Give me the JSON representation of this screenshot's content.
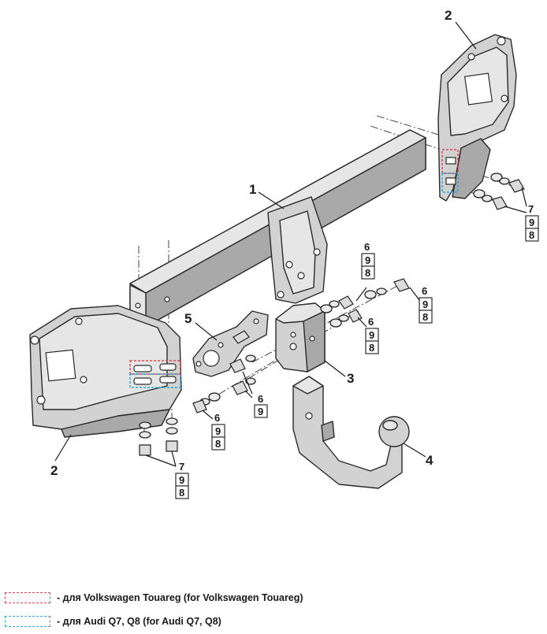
{
  "callouts": {
    "tow_bar": "1",
    "bracket_left": "2",
    "bracket_right": "2",
    "ball_socket": "3",
    "tow_ball": "4",
    "socket_plate": "5"
  },
  "refs": {
    "rr_a": "7",
    "rr_b": "9",
    "rr_c": "8",
    "mb_a": "6",
    "mb_b": "9",
    "mb_c": "8",
    "rb1_a": "6",
    "rb1_b": "9",
    "rb1_c": "8",
    "rb2_a": "6",
    "rb2_b": "9",
    "rb2_c": "8",
    "sb_a": "6",
    "sb_b": "9",
    "lb_a": "6",
    "lb_b": "9",
    "lb_c": "8",
    "ll_a": "7",
    "ll_b": "9",
    "ll_c": "8"
  },
  "legend": {
    "red_text": "- для Volkswagen Touareg (for Volkswagen Touareg)",
    "blue_text": "- для Audi Q7, Q8 (for Audi Q7, Q8)"
  },
  "colors": {
    "volkswagen_marker": "#e8434a",
    "audi_marker": "#2aa7dc"
  }
}
